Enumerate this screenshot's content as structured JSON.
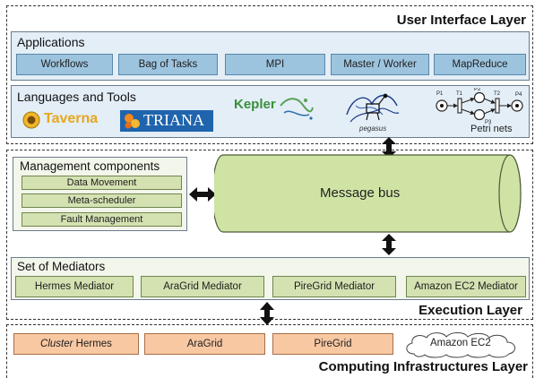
{
  "layers": {
    "ui": "User Interface Layer",
    "execution": "Execution Layer",
    "infra": "Computing Infrastructures Layer"
  },
  "applications": {
    "title": "Applications",
    "items": [
      "Workflows",
      "Bag of Tasks",
      "MPI",
      "Master / Worker",
      "MapReduce"
    ]
  },
  "languages": {
    "title": "Languages and Tools",
    "logos": {
      "taverna": "Taverna",
      "triana": "TRIANA",
      "kepler": "Kepler",
      "pegasus": "pegasus",
      "petri": "Petri nets"
    },
    "petri_labels": [
      "P1",
      "T1",
      "P2",
      "T2",
      "P3",
      "P4"
    ]
  },
  "management": {
    "title": "Management components",
    "items": [
      "Data Movement",
      "Meta-scheduler",
      "Fault Management"
    ]
  },
  "message_bus": "Message bus",
  "mediators": {
    "title": "Set of Mediators",
    "items": [
      "Hermes Mediator",
      "AraGrid Mediator",
      "PireGrid Mediator",
      "Amazon EC2 Mediator"
    ]
  },
  "infrastructures": {
    "cluster_italic": "Cluster",
    "cluster_rest": " Hermes",
    "items": [
      "AraGrid",
      "PireGrid"
    ],
    "cloud": "Amazon EC2"
  },
  "colors": {
    "app_button": "#9dc4df",
    "mgmt_button": "#d4e2b2",
    "bus": "#cfe4a4",
    "infra_button": "#f8c8a3"
  }
}
